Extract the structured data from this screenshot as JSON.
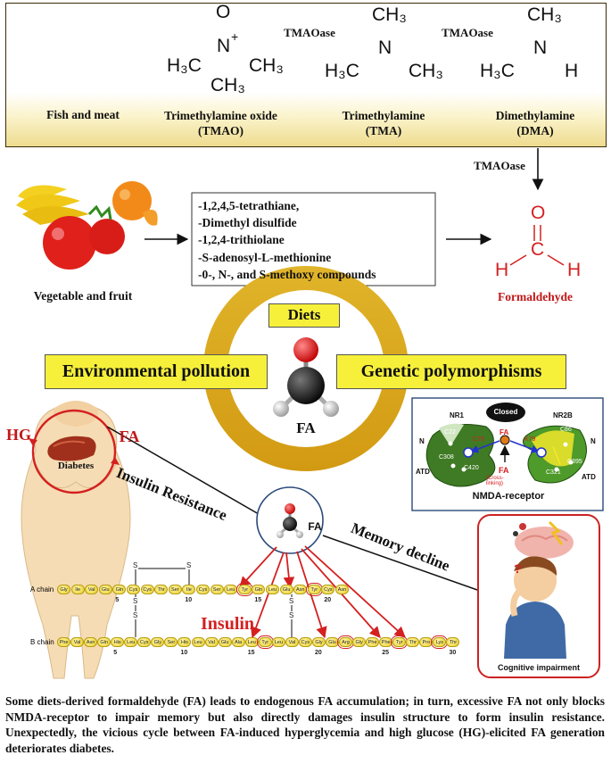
{
  "top_panel": {
    "foods_label": "Fish and meat",
    "tmao_label": [
      "Trimethylamine oxide",
      "(TMAO)"
    ],
    "tma_label": [
      "Trimethylamine",
      "(TMA)"
    ],
    "dma_label": [
      "Dimethylamine",
      "(DMA)"
    ],
    "enzyme_1": "TMAOase",
    "enzyme_2": "TMAOase",
    "tmao_formula": {
      "o": "O",
      "n": "N",
      "plus": "+",
      "left": "H₃C",
      "right": "CH₃",
      "bottom": "CH₃"
    },
    "tma_formula": {
      "top": "CH₃",
      "n": "N",
      "left": "H₃C",
      "right": "CH₃"
    },
    "dma_formula": {
      "top": "CH₃",
      "n": "N",
      "left": "H₃C",
      "right": "H"
    }
  },
  "enzyme_3": "TMAOase",
  "middle_panel": {
    "produce_label": "Vegetable and fruit",
    "compounds": [
      "-1,2,4,5-tetrathiane,",
      "-Dimethyl disulfide",
      "-1,2,4-trithiolane",
      "-S-adenosyl-L-methionine",
      "-0-, N-, and S-methoxy compounds"
    ],
    "formaldehyde": {
      "o": "O",
      "c": "C",
      "h1": "H",
      "h2": "H",
      "label": "Formaldehyde"
    }
  },
  "sources": {
    "diets": "Diets",
    "environment": "Environmental pollution",
    "genetics": "Genetic polymorphisms",
    "center": "FA"
  },
  "diabetes": {
    "hg": "HG",
    "fa": "FA",
    "label": "Diabetes"
  },
  "pathways": {
    "insulin_resistance": "Insulin Resistance",
    "memory_decline": "Memory decline",
    "hub_label": "FA"
  },
  "nmda": {
    "closed": "Closed",
    "nr1": "NR1",
    "nr2b": "NR2B",
    "n_left": "N",
    "n_right": "N",
    "atd_left": "ATD",
    "atd_right": "ATD",
    "fa_top": "FA",
    "fa_mid": "FA",
    "crosslink": "(Cross-linking)",
    "residues": [
      "C22",
      "C79",
      "K79",
      "C86",
      "C308",
      "C420",
      "C321",
      "C395"
    ],
    "caption": "NMDA-receptor"
  },
  "cognitive_caption": "Cognitive impairment",
  "insulin": {
    "title": "Insulin",
    "a_chain_label": "A chain",
    "b_chain_label": "B chain",
    "a_chain": [
      "Gly",
      "Ile",
      "Val",
      "Glu",
      "Gln",
      "Cys",
      "Cys",
      "Thr",
      "Ser",
      "Ile",
      "Cys",
      "Ser",
      "Leu",
      "Tyr",
      "Gln",
      "Leu",
      "Glu",
      "Asn",
      "Tyr",
      "Cys",
      "Asn"
    ],
    "b_chain": [
      "Phe",
      "Val",
      "Asn",
      "Gln",
      "His",
      "Leu",
      "Cys",
      "Gly",
      "Ser",
      "His",
      "Leu",
      "Val",
      "Glu",
      "Ala",
      "Leu",
      "Tyr",
      "Leu",
      "Val",
      "Cys",
      "Gly",
      "Glu",
      "Arg",
      "Gly",
      "Phe",
      "Phe",
      "Tyr",
      "Thr",
      "Pro",
      "Lys",
      "Thr"
    ],
    "a_highlight": [
      14,
      19
    ],
    "b_highlight": [
      16,
      22,
      26,
      29
    ],
    "a_numbers": [
      "5",
      "10",
      "15",
      "20"
    ],
    "b_numbers": [
      "5",
      "10",
      "15",
      "20",
      "25",
      "30"
    ],
    "s": "S"
  },
  "caption": "Some diets-derived formaldehyde (FA) leads to endogenous FA accumulation; in turn, excessive FA not only blocks NMDA-receptor to impair memory but also directly damages insulin structure to form insulin resistance. Unexpectedly, the vicious cycle between FA-induced hyperglycemia and high glucose (HG)-elicited FA generation deteriorates diabetes."
}
